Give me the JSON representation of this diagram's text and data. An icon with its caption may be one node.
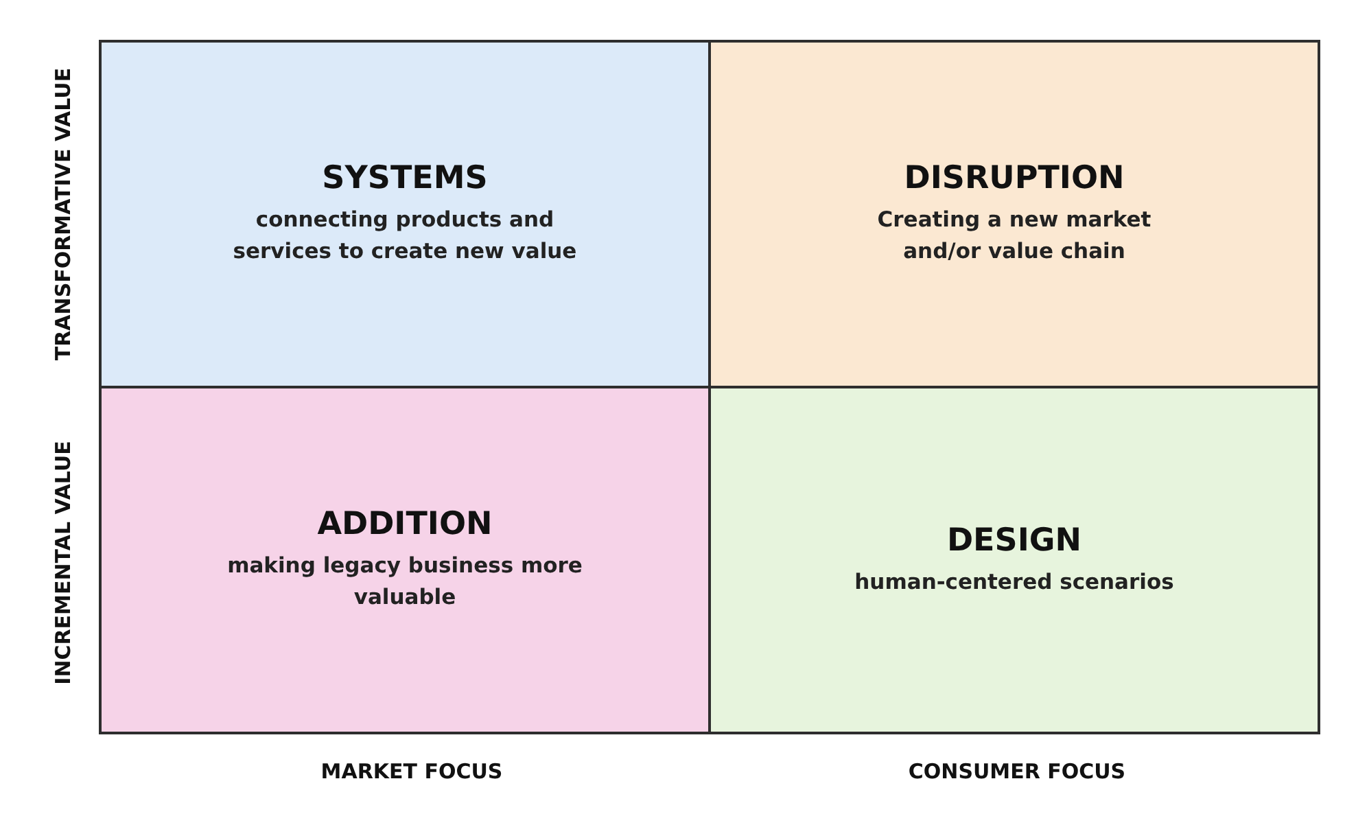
{
  "diagram": {
    "nodes": [
      {
        "text": [
          "SYSTEMS",
          "connecting products and services to create new value"
        ]
      },
      {
        "text": [
          "DISRUPTION",
          "Creating a new market and/or value chain"
        ]
      },
      {
        "text": [
          "ADDITION",
          "making legacy business more valuable"
        ]
      },
      {
        "text": [
          "DESIGN",
          "human-centered scenarios"
        ]
      }
    ],
    "labels": [
      "TRANSFORMATIVE VALUE",
      "INCREMENTAL VALUE",
      "MARKET FOCUS",
      "CONSUMER FOCUS"
    ]
  }
}
